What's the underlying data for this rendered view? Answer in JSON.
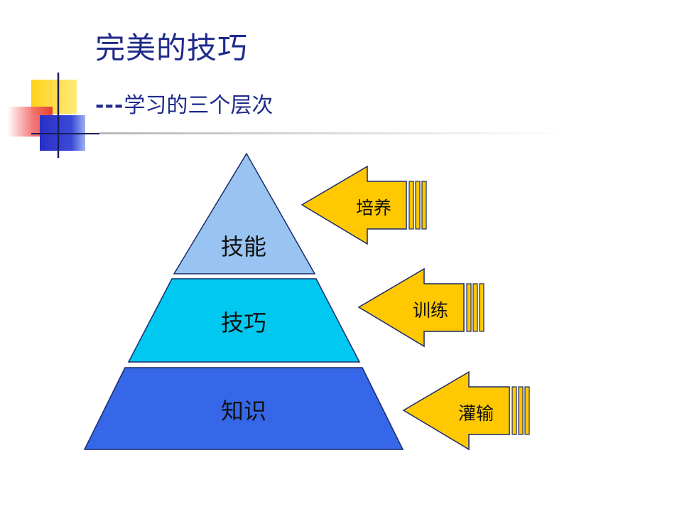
{
  "title": "完美的技巧",
  "subtitle": {
    "prefix": "---",
    "text": "学习的三个层次"
  },
  "pyramid": {
    "levels": [
      {
        "label": "技能",
        "color": "#99c3f0"
      },
      {
        "label": "技巧",
        "color": "#00c8f0"
      },
      {
        "label": "知识",
        "color": "#3667e8"
      }
    ],
    "outline": "#1a2a6c"
  },
  "arrows": [
    {
      "label": "培养"
    },
    {
      "label": "训练"
    },
    {
      "label": "灌输"
    }
  ],
  "arrow_color": "#ffc800",
  "text_color": "#1f2a8a",
  "label_color": "#111111"
}
